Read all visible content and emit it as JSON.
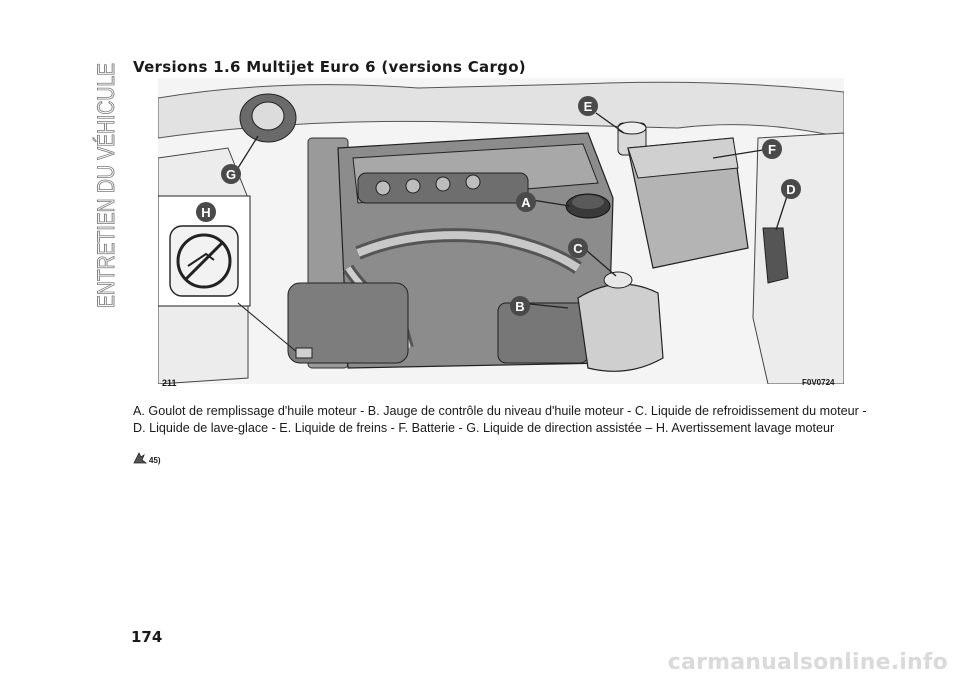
{
  "page": {
    "side_title": "ENTRETIEN DU VÉHICULE",
    "heading": "Versions 1.6 Multijet Euro 6 (versions Cargo)",
    "figure": {
      "number": "211",
      "code": "F0V0724",
      "callouts": [
        "A",
        "B",
        "C",
        "D",
        "E",
        "F",
        "G",
        "H"
      ]
    },
    "caption": "A. Goulot de remplissage d'huile moteur - B. Jauge de contrôle du niveau d'huile moteur - C. Liquide de refroidissement du moteur - D. Liquide de lave-glace - E. Liquide de freins - F. Batterie - G. Liquide de direction assistée – H. Avertissement lavage moteur",
    "warning_note": "45)",
    "page_number": "174",
    "watermark": "carmanualsonline.info"
  },
  "colors": {
    "callout_fill": "#4a4a4a",
    "callout_text": "#ffffff",
    "side_title_stroke": "#7a7a7a",
    "engine_gray": "#8c8c8c",
    "background": "#ffffff"
  },
  "icons": [
    "warning-hand-icon",
    "no-water-spray-icon"
  ]
}
